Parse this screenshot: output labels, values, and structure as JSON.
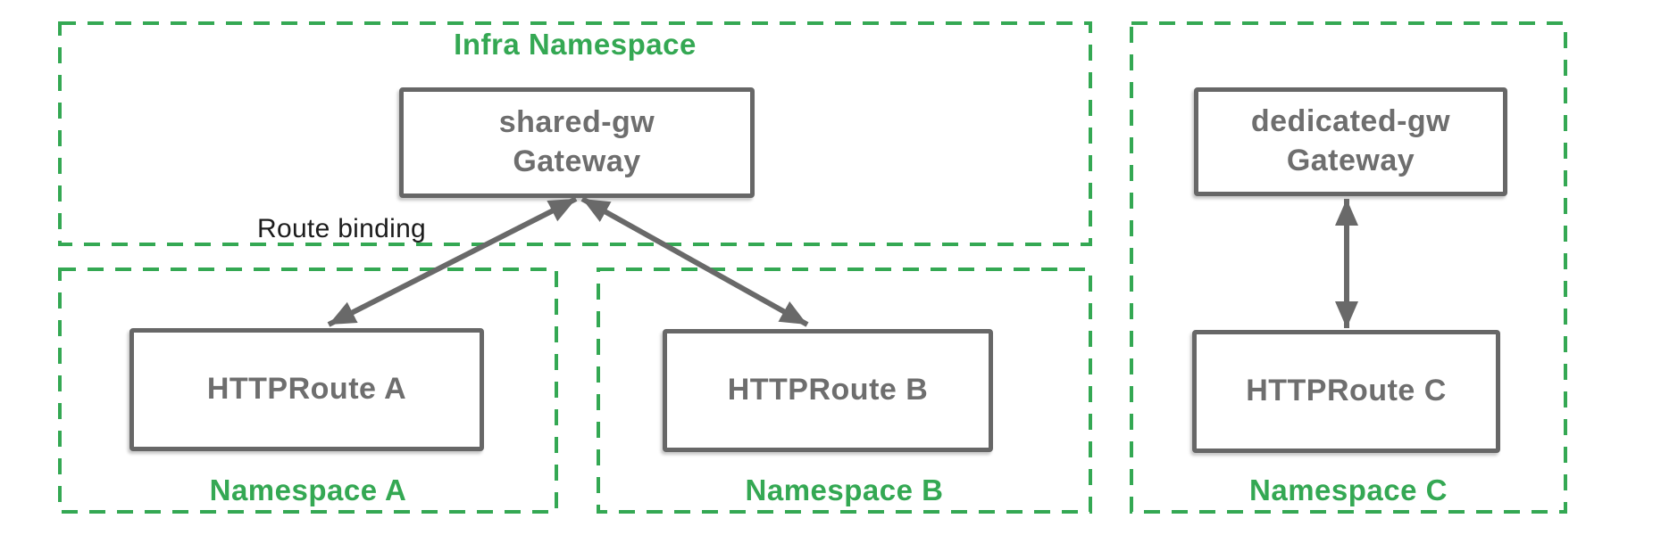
{
  "colors": {
    "green": "#34a853",
    "box_border": "#676767",
    "box_text": "#6e6e6e",
    "arrow": "#696969",
    "label_text": "#1c1c1c",
    "background": "#ffffff"
  },
  "namespaces": {
    "infra": {
      "label": "Infra Namespace"
    },
    "a": {
      "label": "Namespace A"
    },
    "b": {
      "label": "Namespace B"
    },
    "c": {
      "label": "Namespace C"
    }
  },
  "nodes": {
    "shared_gw": {
      "line1": "shared-gw",
      "line2": "Gateway",
      "namespace": "Infra Namespace"
    },
    "httproute_a": {
      "label": "HTTPRoute A",
      "namespace": "Namespace A"
    },
    "httproute_b": {
      "label": "HTTPRoute B",
      "namespace": "Namespace B"
    },
    "dedicated_gw": {
      "line1": "dedicated-gw",
      "line2": "Gateway",
      "namespace": "Namespace C"
    },
    "httproute_c": {
      "label": "HTTPRoute C",
      "namespace": "Namespace C"
    }
  },
  "edges": [
    {
      "from": "HTTPRoute A",
      "to": "shared-gw Gateway",
      "style": "bidirectional-arrow",
      "label": "Route binding"
    },
    {
      "from": "HTTPRoute B",
      "to": "shared-gw Gateway",
      "style": "bidirectional-arrow",
      "label": ""
    },
    {
      "from": "HTTPRoute C",
      "to": "dedicated-gw Gateway",
      "style": "bidirectional-arrow",
      "label": ""
    }
  ],
  "annotations": {
    "route_binding": "Route binding"
  }
}
